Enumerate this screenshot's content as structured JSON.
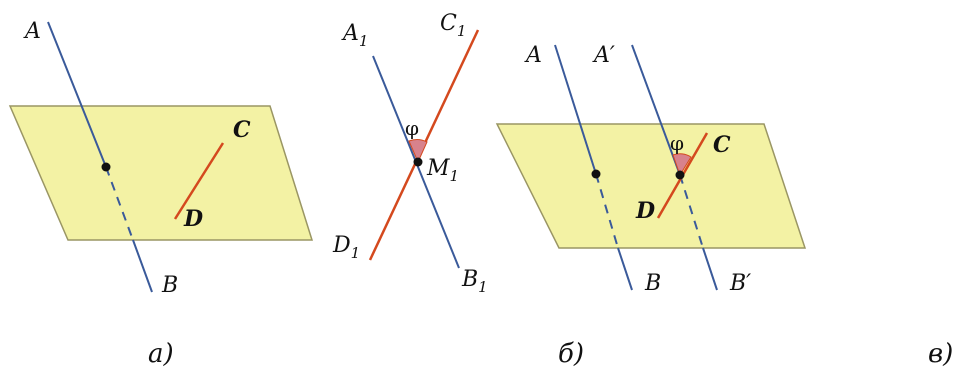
{
  "colors": {
    "plane_fill": "#f3f2a4",
    "plane_stroke": "#9a9664",
    "blue_line": "#3a5a9a",
    "red_line": "#d4491e",
    "angle_fill": "#d8828c",
    "point": "#111111"
  },
  "captions": {
    "a": "а)",
    "b": "б)",
    "c": "в)"
  },
  "fig_a": {
    "label_A": "A",
    "label_B": "B",
    "label_C": "C",
    "label_D": "D"
  },
  "fig_b": {
    "label_A": "A",
    "label_A_sub": "1",
    "label_C": "C",
    "label_C_sub": "1",
    "label_D": "D",
    "label_D_sub": "1",
    "label_B": "B",
    "label_B_sub": "1",
    "label_M": "M",
    "label_M_sub": "1",
    "angle": "φ"
  },
  "fig_c": {
    "label_A": "A",
    "label_A_prime": "A′",
    "label_B": "B",
    "label_B_prime": "B′",
    "label_C": "C",
    "label_D": "D",
    "angle": "φ"
  }
}
